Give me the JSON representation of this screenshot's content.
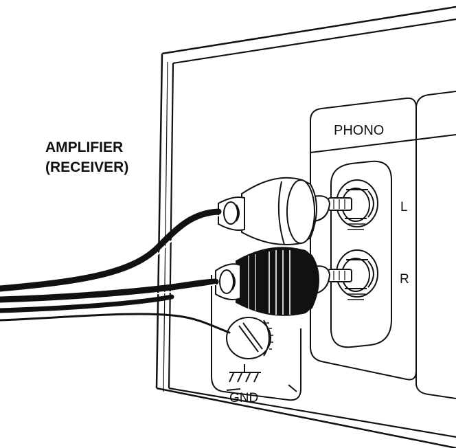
{
  "labels": {
    "device_line1": "AMPLIFIER",
    "device_line2": "(RECEIVER)",
    "input_name": "PHONO",
    "left_channel": "L",
    "right_channel": "R",
    "ground": "GND"
  },
  "colors": {
    "ink": "#111111",
    "panel": "#ffffff"
  }
}
